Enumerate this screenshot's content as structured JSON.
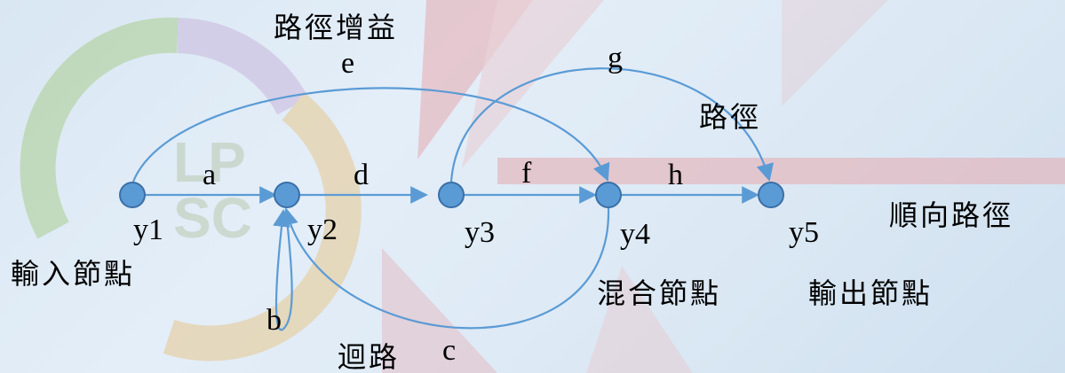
{
  "nodes": [
    {
      "id": "y1",
      "label": "y1"
    },
    {
      "id": "y2",
      "label": "y2"
    },
    {
      "id": "y3",
      "label": "y3"
    },
    {
      "id": "y4",
      "label": "y4"
    },
    {
      "id": "y5",
      "label": "y5"
    }
  ],
  "edges": [
    {
      "from": "y1",
      "to": "y2",
      "label": "a"
    },
    {
      "from": "y2",
      "to": "y2",
      "label": "b"
    },
    {
      "from": "y4",
      "to": "y2",
      "label": "c"
    },
    {
      "from": "y2",
      "to": "y3",
      "label": "d"
    },
    {
      "from": "y1",
      "to": "y4",
      "label": "e"
    },
    {
      "from": "y3",
      "to": "y4",
      "label": "f"
    },
    {
      "from": "y3",
      "to": "y5",
      "label": "g"
    },
    {
      "from": "y4",
      "to": "y5",
      "label": "h"
    }
  ],
  "annotations": {
    "path_gain": "路徑增益",
    "path": "路徑",
    "forward_path": "順向路徑",
    "input_node": "輸入節點",
    "mixed_node": "混合節點",
    "output_node": "輸出節點",
    "loop": "迴路"
  },
  "colors": {
    "node_fill": "#5b9bd5",
    "node_stroke": "#3a6fa7",
    "edge": "#5b9bd5",
    "watermark_red": "#e6a9b0",
    "watermark_green": "#a9cc8f"
  }
}
